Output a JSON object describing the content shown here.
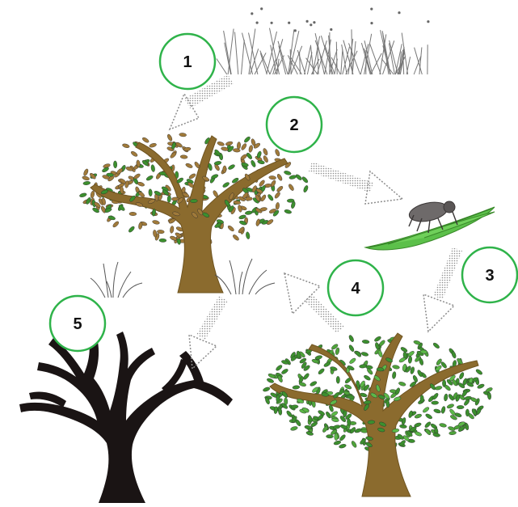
{
  "colors": {
    "step_circle": "#2fb34a",
    "trunk": "#8b6b2e",
    "trunk_dark": "#6f5420",
    "leaf_green": "#3c8f2e",
    "leaf_brown": "#a07a3a",
    "dead_tree": "#1a1414",
    "leaf_host": "#5cc04a",
    "insect": "#6e6a6a",
    "arrow": "#9a9a9a",
    "grass": "#777777"
  },
  "steps": [
    {
      "label": "1"
    },
    {
      "label": "2"
    },
    {
      "label": "3"
    },
    {
      "label": "4"
    },
    {
      "label": "5"
    }
  ],
  "icons": [
    "grass-icon",
    "declining-tree-icon",
    "insect-on-leaf-icon",
    "healthy-tree-icon",
    "dead-tree-icon"
  ]
}
